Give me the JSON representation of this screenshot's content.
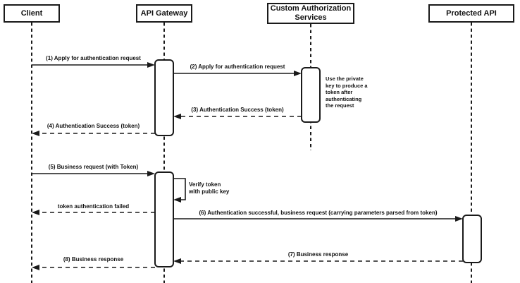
{
  "diagram": {
    "type": "sequence-diagram",
    "topic": "API Gateway token authentication flow",
    "actors": [
      {
        "name": "Client"
      },
      {
        "name": "API Gateway"
      },
      {
        "name": "Custom Authorization\nServices"
      },
      {
        "name": "Protected API"
      }
    ],
    "messages": [
      {
        "label": "(1) Apply for authentication request",
        "from": "Client",
        "to": "API Gateway",
        "line": "solid"
      },
      {
        "label": "(2) Apply for authentication request",
        "from": "API Gateway",
        "to": "Custom Authorization Services",
        "line": "solid"
      },
      {
        "label": "(3) Authentication Success (token)",
        "from": "Custom Authorization Services",
        "to": "API Gateway",
        "line": "dashed"
      },
      {
        "label": "(4) Authentication Success (token)",
        "from": "API Gateway",
        "to": "Client",
        "line": "dashed"
      },
      {
        "label": "(5) Business request (with Token)",
        "from": "Client",
        "to": "API Gateway",
        "line": "solid"
      },
      {
        "label": "Verify token\nwith public key",
        "from": "API Gateway",
        "to": "API Gateway",
        "line": "self"
      },
      {
        "label": "token authentication failed",
        "from": "API Gateway",
        "to": "Client",
        "line": "dashed"
      },
      {
        "label": "(6) Authentication successful, business request (carrying parameters parsed from token)",
        "from": "API Gateway",
        "to": "Protected API",
        "line": "solid"
      },
      {
        "label": "(7) Business response",
        "from": "Protected API",
        "to": "API Gateway",
        "line": "dashed"
      },
      {
        "label": "(8) Business response",
        "from": "API Gateway",
        "to": "Client",
        "line": "dashed"
      }
    ],
    "note": {
      "attached_to": "Custom Authorization Services",
      "text": "Use the private\nkey to produce a\ntoken after\nauthenticating\nthe request"
    }
  },
  "colors": {
    "stroke": "#1a1a1a",
    "shape_fill": "#ffffff",
    "background": "#ffffff",
    "text": "#111111"
  }
}
